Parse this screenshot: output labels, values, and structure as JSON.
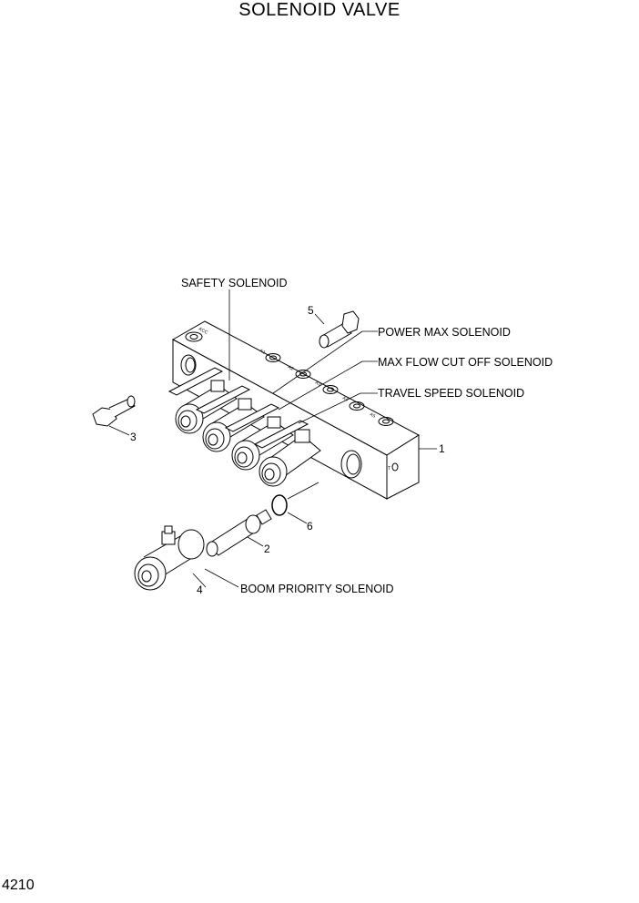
{
  "title": "SOLENOID VALVE",
  "page_number": "4210",
  "labels": {
    "safety": "SAFETY SOLENOID",
    "power_max": "POWER MAX SOLENOID",
    "max_flow": "MAX FLOW CUT OFF SOLENOID",
    "travel_speed": "TRAVEL SPEED SOLENOID",
    "boom_priority": "BOOM PRIORITY SOLENOID"
  },
  "callouts": {
    "c1": "1",
    "c2": "2",
    "c3": "3",
    "c4": "4",
    "c5": "5",
    "c6": "6"
  },
  "ports": {
    "p_acc": "ACC",
    "p_a1": "A1",
    "p_a2": "A2",
    "p_a3": "A3",
    "p_a4": "A4",
    "p_a5": "A5",
    "p_t": "T"
  }
}
